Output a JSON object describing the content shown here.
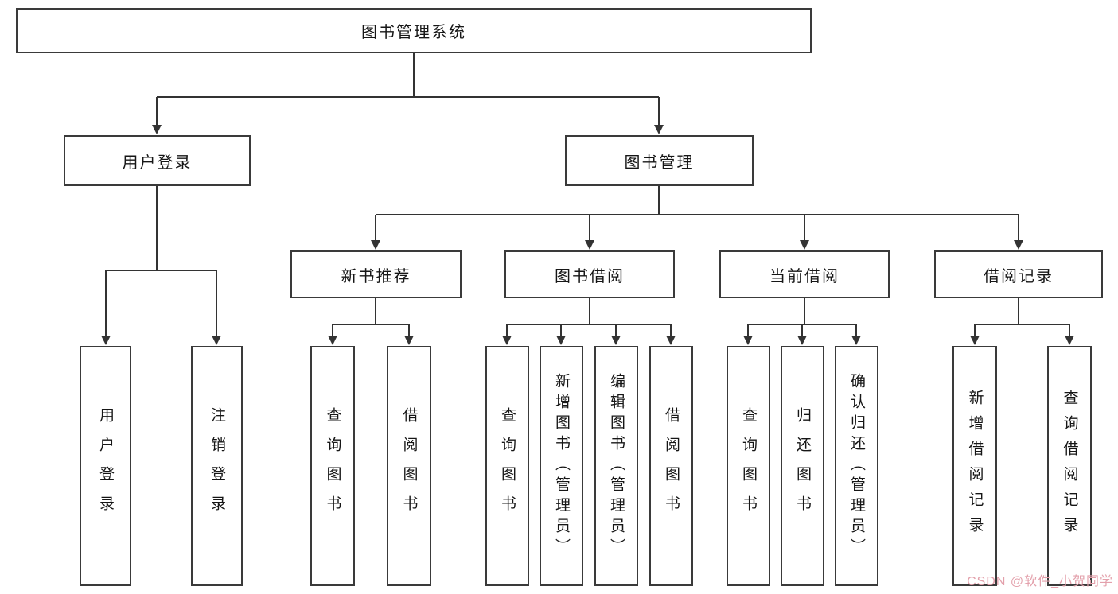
{
  "diagram": {
    "root": {
      "label": "图书管理系统",
      "children": [
        {
          "label": "用户登录",
          "children": [
            {
              "label": "用户登录"
            },
            {
              "label": "注销登录"
            }
          ]
        },
        {
          "label": "图书管理",
          "children": [
            {
              "label": "新书推荐",
              "children": [
                {
                  "label": "查询图书"
                },
                {
                  "label": "借阅图书"
                }
              ]
            },
            {
              "label": "图书借阅",
              "children": [
                {
                  "label": "查询图书"
                },
                {
                  "label": "新增图书（管理员）"
                },
                {
                  "label": "编辑图书（管理员）"
                },
                {
                  "label": "借阅图书"
                }
              ]
            },
            {
              "label": "当前借阅",
              "children": [
                {
                  "label": "查询图书"
                },
                {
                  "label": "归还图书"
                },
                {
                  "label": "确认归还（管理员）"
                }
              ]
            },
            {
              "label": "借阅记录",
              "children": [
                {
                  "label": "新增借阅记录"
                },
                {
                  "label": "查询借阅记录"
                }
              ]
            }
          ]
        }
      ]
    },
    "line_color": "#333333",
    "border_color": "#3a3a3a"
  },
  "watermark": {
    "text": "CSDN @软件_小贺同学"
  }
}
